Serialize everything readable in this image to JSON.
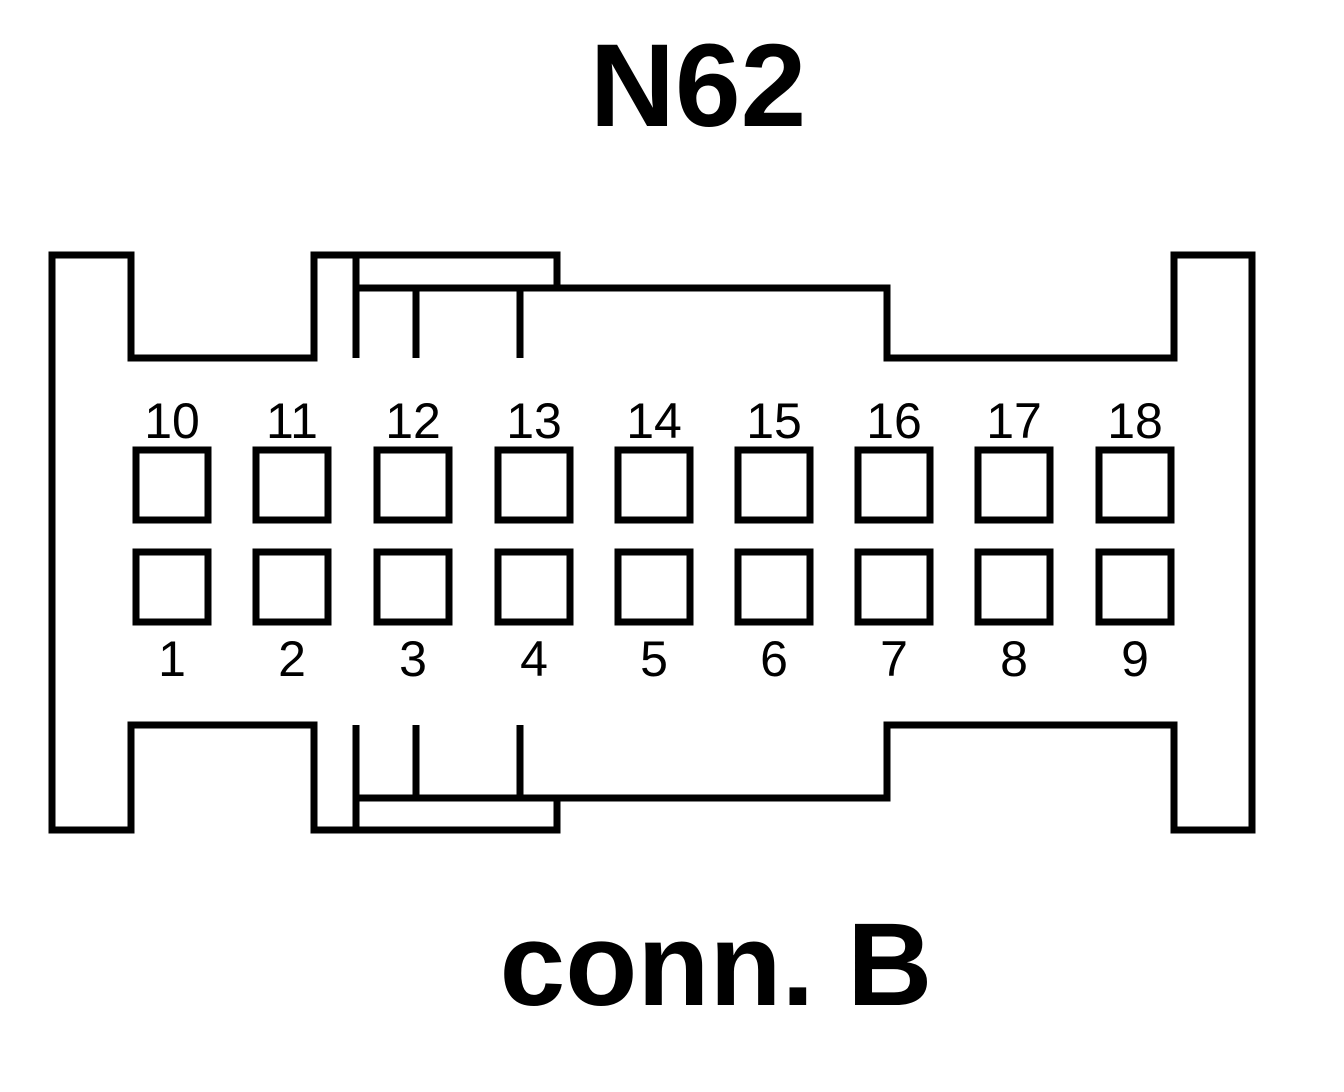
{
  "title": "N62",
  "subtitle": "conn. B",
  "pins": {
    "top_row": [
      "10",
      "11",
      "12",
      "13",
      "14",
      "15",
      "16",
      "17",
      "18"
    ],
    "bottom_row": [
      "1",
      "2",
      "3",
      "4",
      "5",
      "6",
      "7",
      "8",
      "9"
    ]
  },
  "colors": {
    "line": "#000000",
    "background": "#ffffff"
  }
}
